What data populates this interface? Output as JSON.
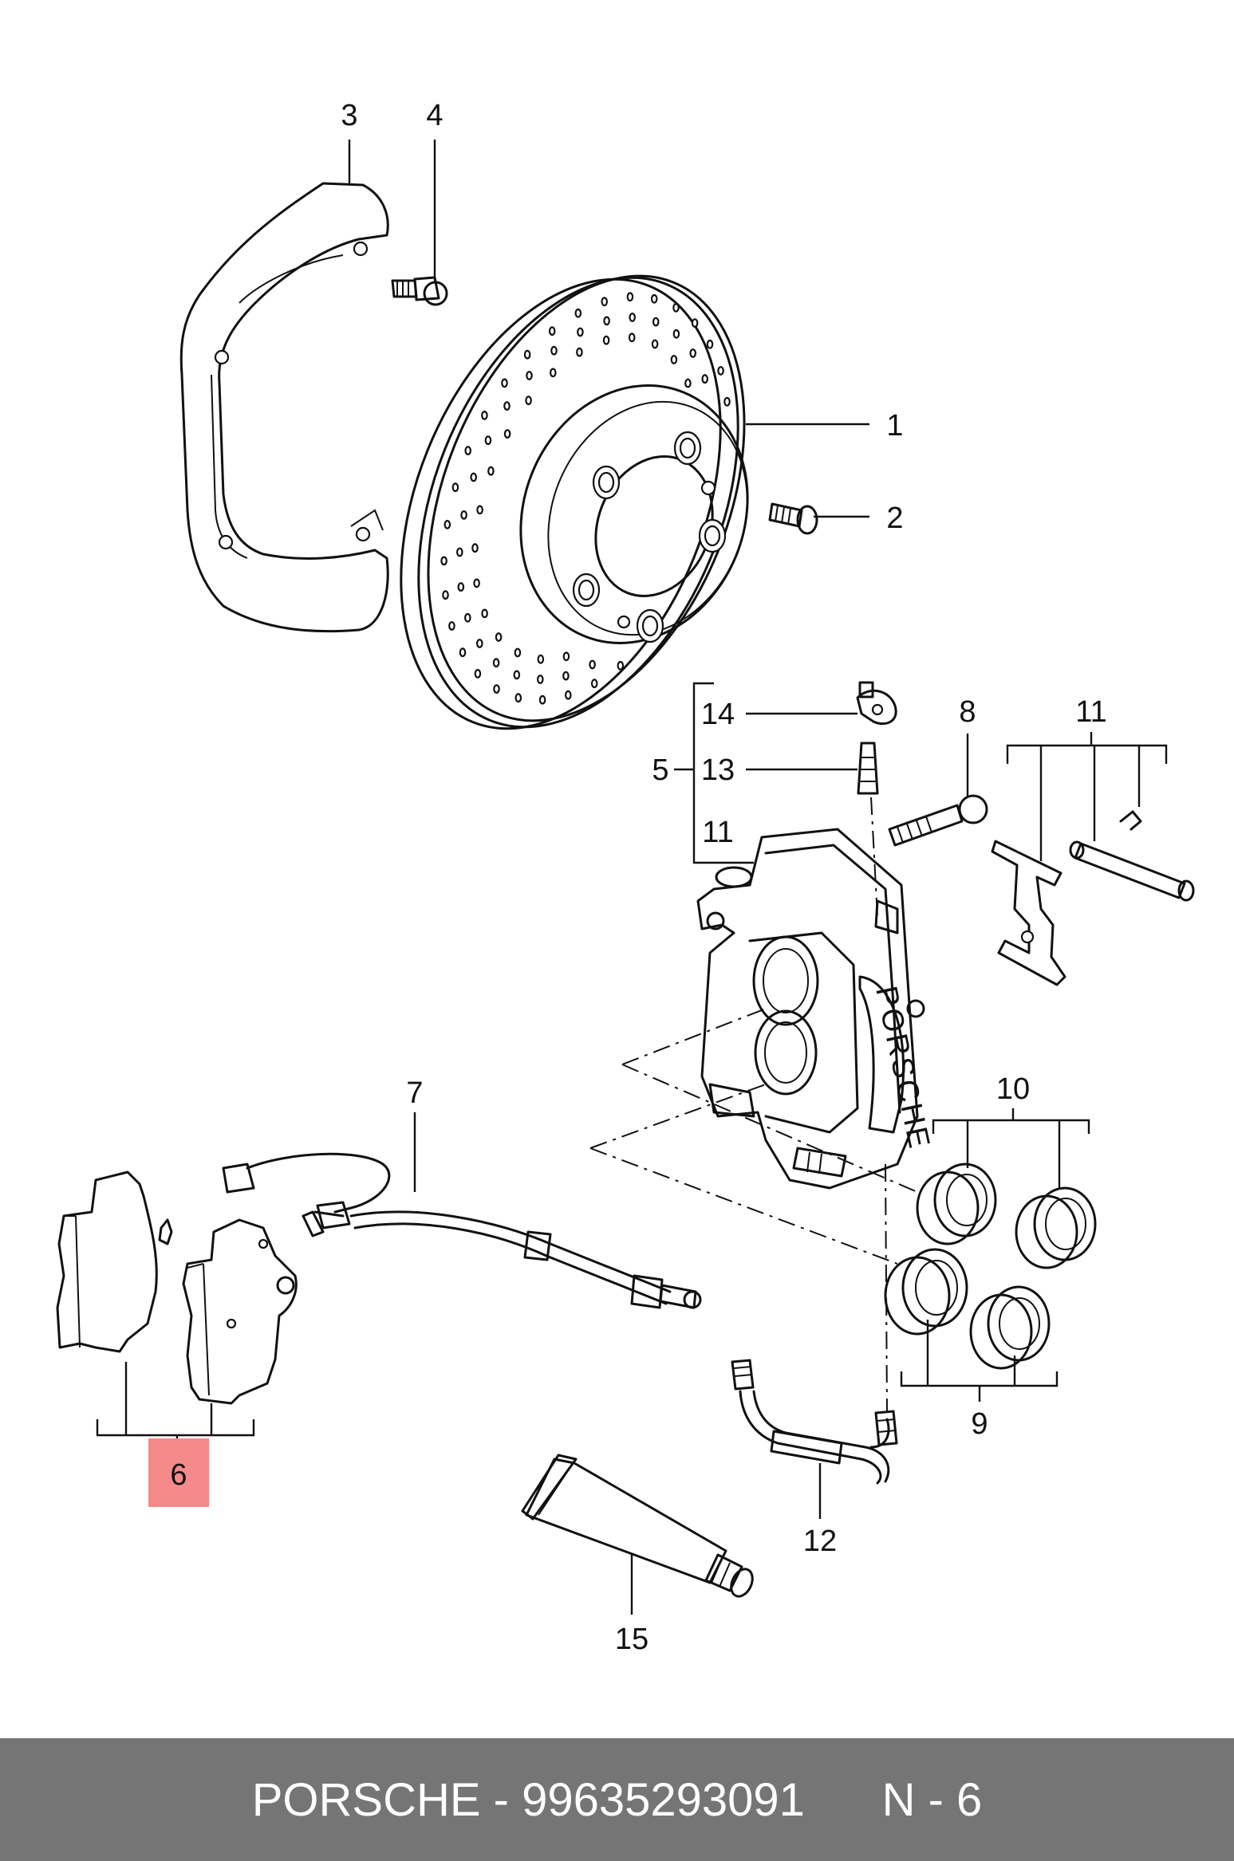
{
  "diagram": {
    "callouts": [
      "1",
      "2",
      "3",
      "4",
      "5",
      "6",
      "7",
      "8",
      "9",
      "10",
      "11",
      "11",
      "12",
      "13",
      "14",
      "15"
    ],
    "highlighted_callout": "6",
    "highlight_color": "#f48a8a",
    "caliper_brand_text": "PORSCHE",
    "line_color": "#111111"
  },
  "footer": {
    "text": "PORSCHE - 99635293091",
    "position": "N - 6",
    "background": "#757575"
  }
}
